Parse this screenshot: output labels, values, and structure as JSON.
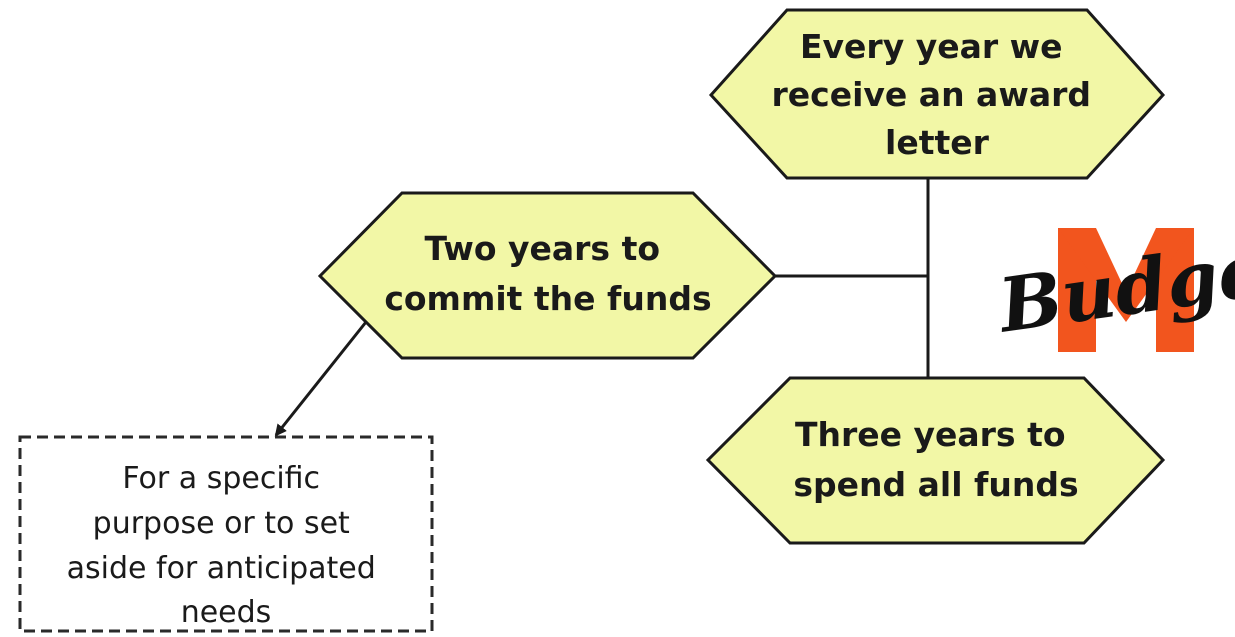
{
  "nodes": {
    "award": {
      "lines": [
        "Every year we",
        "receive an award",
        "letter"
      ]
    },
    "commit": {
      "lines": [
        "Two years to",
        "commit the funds"
      ]
    },
    "spend": {
      "lines": [
        "Three years to",
        "spend all funds"
      ]
    },
    "purpose": {
      "lines": [
        "For a specific",
        "purpose or to set",
        "aside for anticipated",
        "needs"
      ]
    }
  },
  "logo": {
    "text": "Budget",
    "letter": "M"
  },
  "colors": {
    "hex_fill": "#f2f7a6",
    "hex_stroke": "#1a1a1a",
    "box_fill": "#ffffff",
    "box_stroke": "#2a2a2a",
    "logo_accent": "#f2551e",
    "connector": "#1a1a1a"
  },
  "icons": {
    "arrow": "arrow-down-left-icon",
    "logo": "budget-m-logo-icon"
  }
}
